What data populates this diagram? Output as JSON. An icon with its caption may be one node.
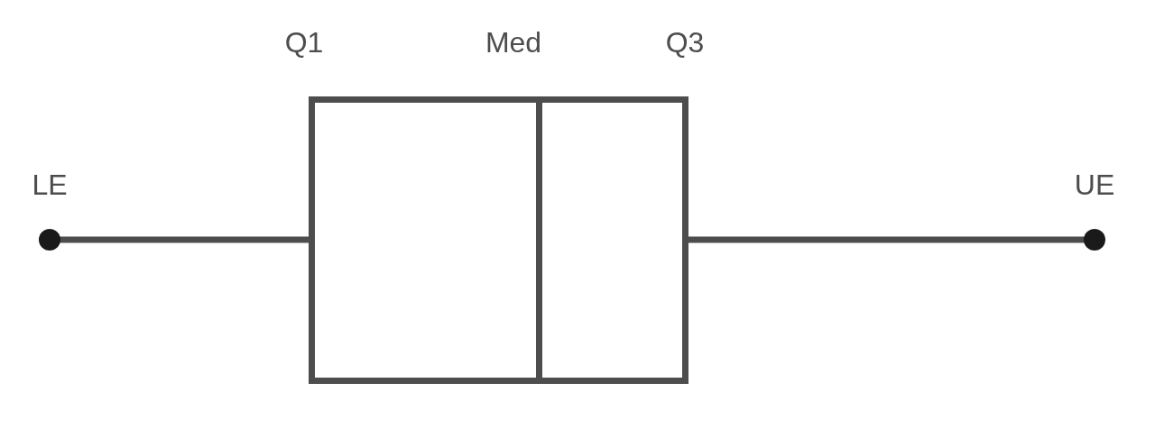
{
  "diagram": {
    "nodes": [
      {
        "text": [],
        "shape": "circle",
        "beside": [
          "LE"
        ]
      },
      {
        "text": [],
        "shape": "box"
      },
      {
        "text": [],
        "shape": "circle",
        "beside": [
          "UE"
        ]
      }
    ],
    "edges": [
      {
        "from": 0,
        "to": 1,
        "arrow": "none"
      },
      {
        "from": 1,
        "to": 2,
        "arrow": "none"
      }
    ],
    "labels": [
      "Q1",
      "Med",
      "Q3"
    ]
  }
}
